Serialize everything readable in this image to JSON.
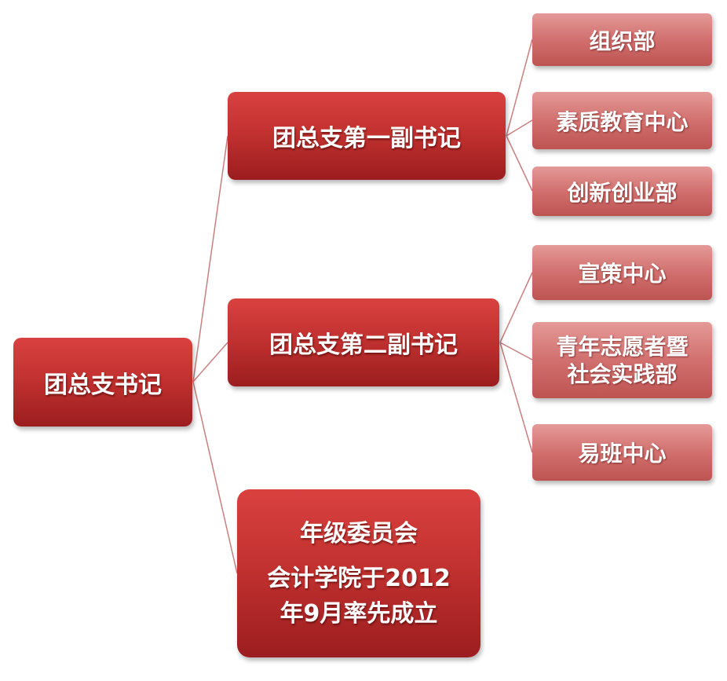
{
  "diagram": {
    "root": {
      "label": "团总支书记"
    },
    "vice_secretary_1": {
      "label": "团总支第一副书记"
    },
    "vice_secretary_2": {
      "label": "团总支第二副书记"
    },
    "grade_committee": {
      "title": "年级委员会",
      "note_line1": "会计学院于2012",
      "note_line2": "年9月率先成立"
    },
    "departments_1": [
      {
        "label": "组织部"
      },
      {
        "label": "素质教育中心"
      },
      {
        "label": "创新创业部"
      }
    ],
    "departments_2": [
      {
        "label": "宣策中心"
      },
      {
        "label_line1": "青年志愿者暨",
        "label_line2": "社会实践部"
      },
      {
        "label": "易班中心"
      }
    ],
    "colors": {
      "primary_node": "#c23230",
      "secondary_node": "#d1706e",
      "connector": "#c8807e"
    }
  }
}
